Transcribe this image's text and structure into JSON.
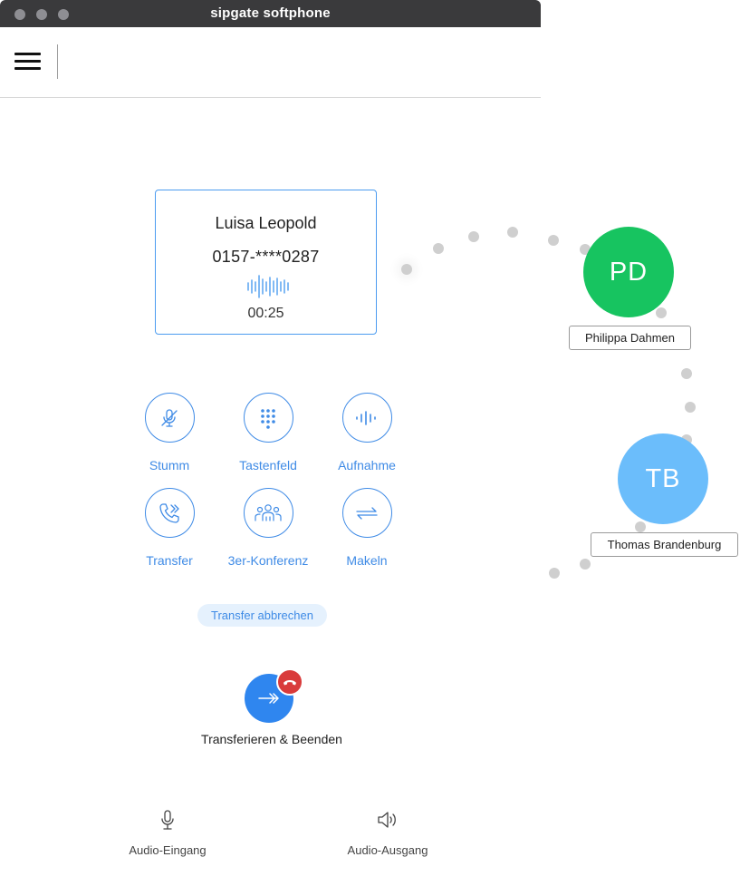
{
  "window": {
    "title": "sipgate softphone"
  },
  "call": {
    "name": "Luisa Leopold",
    "number": "0157-****0287",
    "timer": "00:25"
  },
  "actions": {
    "mute": "Stumm",
    "keypad": "Tastenfeld",
    "record": "Aufnahme",
    "transfer": "Transfer",
    "conference": "3er-Konferenz",
    "toggle": "Makeln"
  },
  "cancel_transfer": "Transfer abbrechen",
  "transfer_end": "Transferieren & Beenden",
  "audio": {
    "input": "Audio-Eingang",
    "output": "Audio-Ausgang"
  },
  "participants": [
    {
      "initials": "PD",
      "name": "Philippa Dahmen",
      "color": "#17c460"
    },
    {
      "initials": "TB",
      "name": "Thomas Brandenburg",
      "color": "#6bbdfb"
    }
  ],
  "colors": {
    "accent": "#3f8be6",
    "hangup": "#d93b3b"
  }
}
